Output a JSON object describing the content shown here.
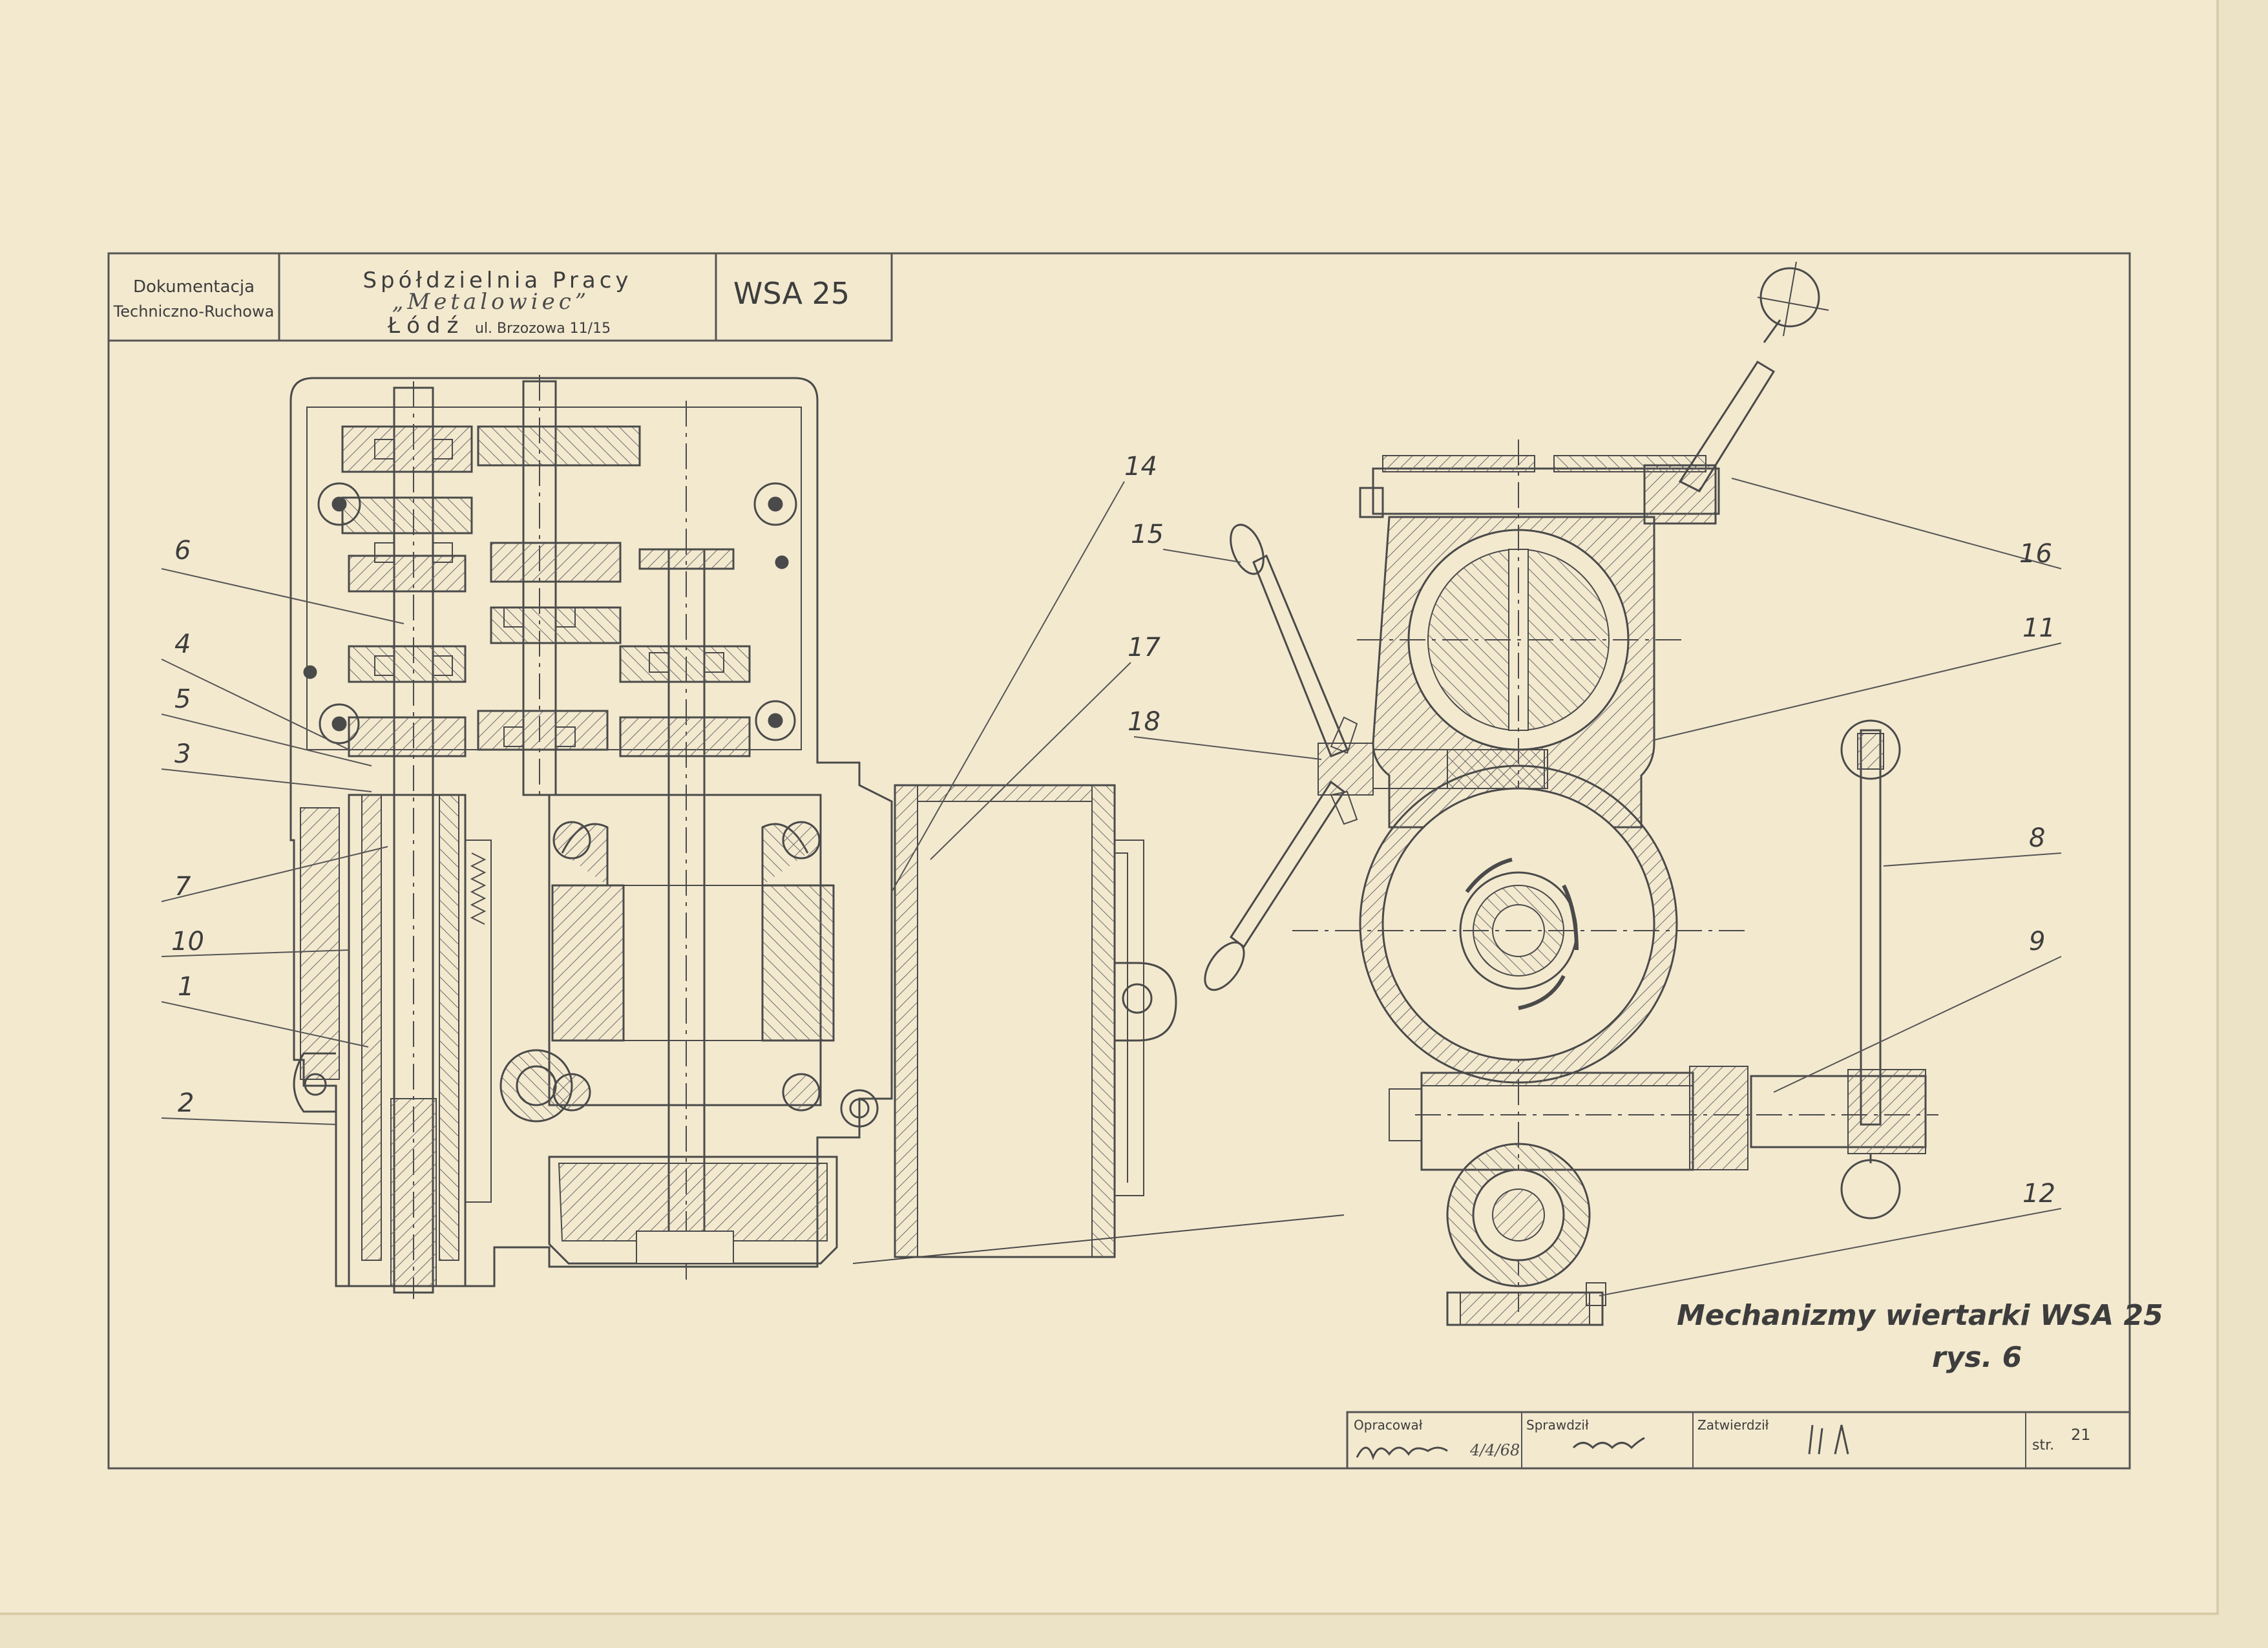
{
  "title_block": {
    "dept_line1": "Dokumentacja",
    "dept_line2": "Techniczno-Ruchowa",
    "company_line1": "Spółdzielnia Pracy",
    "company_line2": "„Metalowiec”",
    "company_city": "Łódź",
    "company_address": "ul. Brzozowa 11/15",
    "model": "WSA 25"
  },
  "caption": {
    "title": "Mechanizmy wiertarki WSA 25",
    "figure": "rys. 6"
  },
  "approval": {
    "prepared_label": "Opracował",
    "prepared_date": "4/4/68",
    "checked_label": "Sprawdził",
    "approved_label": "Zatwierdził",
    "page_label": "str.",
    "page_number": "21"
  },
  "part_labels": [
    "1",
    "2",
    "3",
    "4",
    "5",
    "6",
    "7",
    "8",
    "9",
    "10",
    "11",
    "12",
    "14",
    "15",
    "16",
    "17",
    "18"
  ],
  "colors": {
    "paper": "#f3e9cf",
    "ink": "#3d3d3d",
    "background": "#ece2c6"
  }
}
